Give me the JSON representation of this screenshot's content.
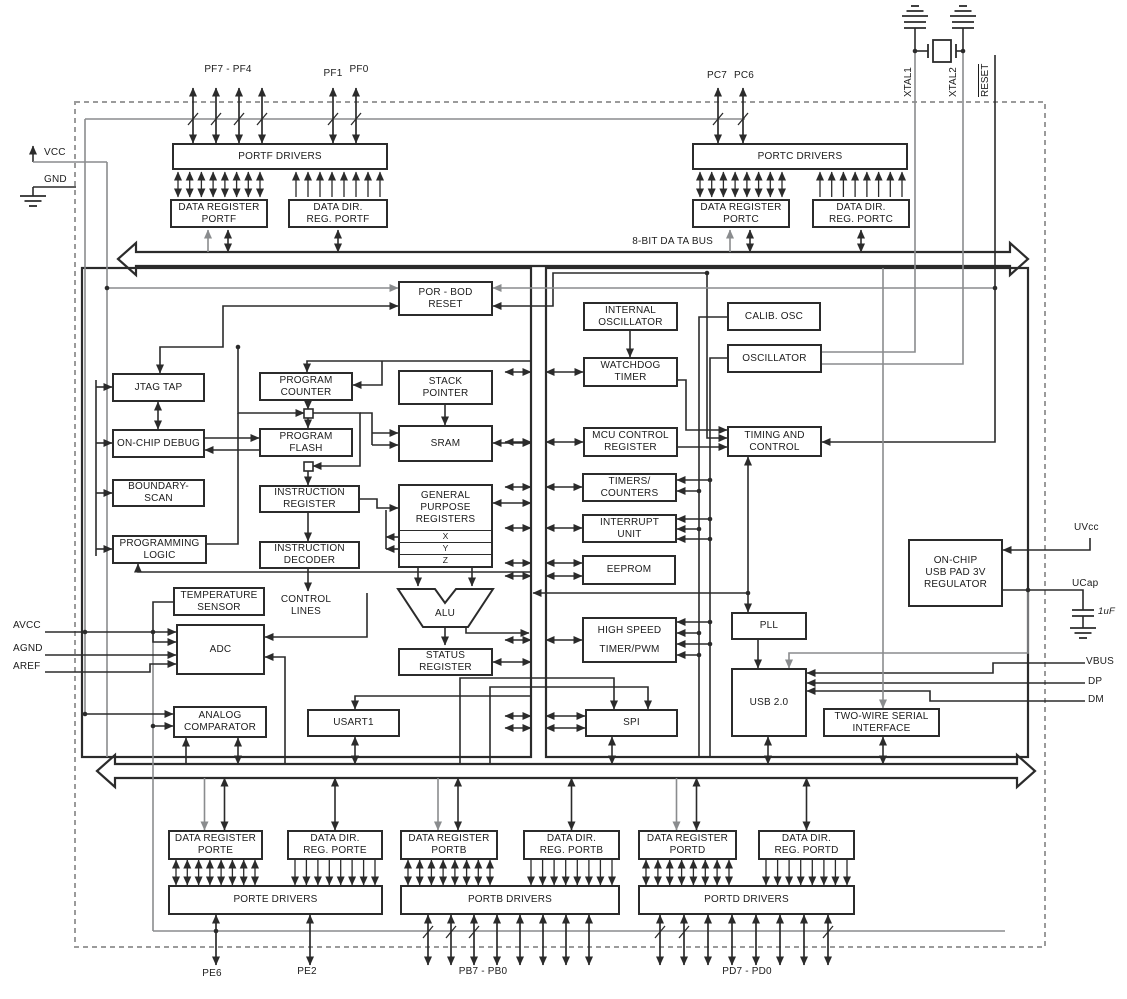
{
  "diagram": {
    "title": "AVR USB microcontroller block diagram",
    "bus_label": "8-BIT DA TA BUS",
    "control_lines": [
      "CONTROL",
      "LINES"
    ],
    "blocks": {
      "porBod": {
        "label": [
          "POR - BOD",
          "RESET"
        ]
      },
      "jtag": {
        "label": [
          "JTAG TAP"
        ]
      },
      "ocd": {
        "label": [
          "ON-CHIP DEBUG"
        ]
      },
      "bscan": {
        "label": [
          "BOUNDARY-",
          "SCAN"
        ]
      },
      "progLogic": {
        "label": [
          "PROGRAMMING",
          "LOGIC"
        ]
      },
      "pc": {
        "label": [
          "PROGRAM",
          "COUNTER"
        ]
      },
      "pflash": {
        "label": [
          "PROGRAM",
          "FLASH"
        ]
      },
      "ireg": {
        "label": [
          "INSTRUCTION",
          "REGISTER"
        ]
      },
      "idec": {
        "label": [
          "INSTRUCTION",
          "DECODER"
        ]
      },
      "sp": {
        "label": [
          "STACK",
          "POINTER"
        ]
      },
      "sram": {
        "label": [
          "SRAM"
        ]
      },
      "gpr": {
        "label": [
          "GENERAL",
          "PURPOSE",
          "REGISTERS"
        ]
      },
      "alu": {
        "label": [
          "ALU"
        ]
      },
      "statusReg": {
        "label": [
          "STATUS",
          "REGISTER"
        ]
      },
      "tempSensor": {
        "label": [
          "TEMPERATURE",
          "SENSOR"
        ]
      },
      "adc": {
        "label": [
          "ADC"
        ]
      },
      "analogComp": {
        "label": [
          "ANALOG",
          "COMPARATOR"
        ]
      },
      "usart1": {
        "label": [
          "USART1"
        ]
      },
      "intOsc": {
        "label": [
          "INTERNAL",
          "OSCILLATOR"
        ]
      },
      "calibOsc": {
        "label": [
          "CALIB. OSC"
        ]
      },
      "osc": {
        "label": [
          "OSCILLATOR"
        ]
      },
      "wdt": {
        "label": [
          "WATCHDOG",
          "TIMER"
        ]
      },
      "mcuCtrl": {
        "label": [
          "MCU CONTROL",
          "REGISTER"
        ]
      },
      "timing": {
        "label": [
          "TIMING AND",
          "CONTROL"
        ]
      },
      "timers": {
        "label": [
          "TIMERS/",
          "COUNTERS"
        ]
      },
      "intUnit": {
        "label": [
          "INTERRUPT",
          "UNIT"
        ]
      },
      "eeprom": {
        "label": [
          "EEPROM"
        ]
      },
      "hst": {
        "label": [
          "HIGH SPEED",
          "TIMER/PWM"
        ]
      },
      "pll": {
        "label": [
          "PLL"
        ]
      },
      "usb": {
        "label": [
          "USB 2.0"
        ]
      },
      "spi": {
        "label": [
          "SPI"
        ]
      },
      "twi": {
        "label": [
          "TWO-WIRE SERIAL",
          "INTERFACE"
        ]
      },
      "regulator": {
        "label": [
          "ON-CHIP",
          "USB PAD 3V",
          "REGULATOR"
        ]
      }
    },
    "gpr_rows": [
      "X",
      "Y",
      "Z"
    ],
    "ports": {
      "portf": {
        "drivers": "PORTF DRIVERS",
        "data_register": [
          "DATA REGISTER",
          "PORTF"
        ],
        "data_direction": [
          "DATA DIR.",
          "REG. PORTF"
        ]
      },
      "portc": {
        "drivers": "PORTC DRIVERS",
        "data_register": [
          "DATA REGISTER",
          "PORTC"
        ],
        "data_direction": [
          "DATA DIR.",
          "REG. PORTC"
        ]
      },
      "porte": {
        "drivers": "PORTE DRIVERS",
        "data_register": [
          "DATA REGISTER",
          "PORTE"
        ],
        "data_direction": [
          "DATA DIR.",
          "REG. PORTE"
        ]
      },
      "portb": {
        "drivers": "PORTB DRIVERS",
        "data_register": [
          "DATA REGISTER",
          "PORTB"
        ],
        "data_direction": [
          "DATA DIR.",
          "REG. PORTB"
        ]
      },
      "portd": {
        "drivers": "PORTD DRIVERS",
        "data_register": [
          "DATA REGISTER",
          "PORTD"
        ],
        "data_direction": [
          "DATA DIR.",
          "REG. PORTD"
        ]
      }
    },
    "pins": {
      "pf_high": "PF7 - PF4",
      "pf1": "PF1",
      "pf0": "PF0",
      "pc7": "PC7",
      "pc6": "PC6",
      "pe6": "PE6",
      "pe2": "PE2",
      "pb": "PB7 - PB0",
      "pd": "PD7 - PD0"
    },
    "externals": {
      "vcc": "VCC",
      "gnd": "GND",
      "avcc": "AVCC",
      "agnd": "AGND",
      "aref": "AREF",
      "uvcc": "UVcc",
      "ucap": "UCap",
      "cap_value": "1uF",
      "vbus": "VBUS",
      "dp": "DP",
      "dm": "DM",
      "xtal1": "XTAL1",
      "xtal2": "XTAL2",
      "reset": "RESET"
    },
    "colors": {
      "line": "#2b2b2b",
      "power_rail": "#8a8c8e",
      "border_dash": "#9b9b9b",
      "background": "#ffffff"
    }
  }
}
